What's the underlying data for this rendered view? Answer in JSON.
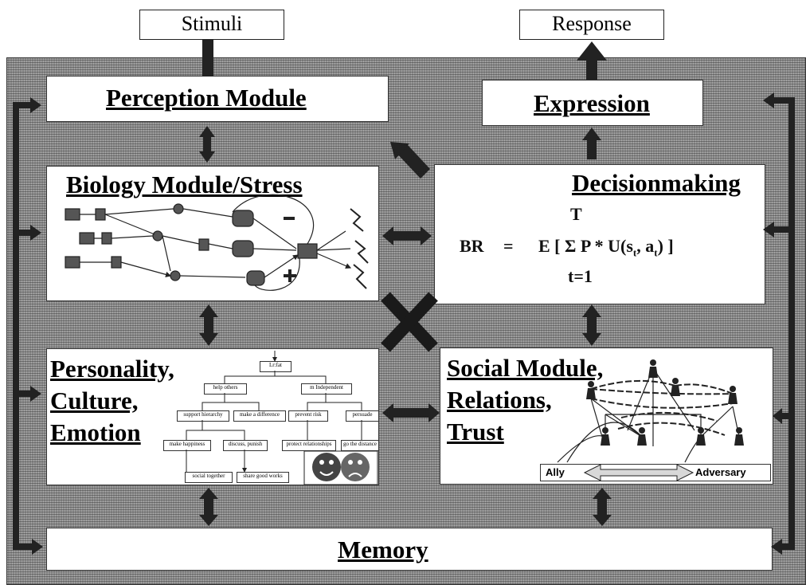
{
  "io": {
    "stimuli": "Stimuli",
    "response": "Response"
  },
  "modules": {
    "perception": "Perception Module",
    "expression": "Expression",
    "biology": "Biology Module/Stress",
    "decision": "Decisionmaking",
    "personality": [
      "Personality,",
      "Culture,",
      "Emotion"
    ],
    "social": [
      "Social Module,",
      "Relations,",
      "Trust"
    ],
    "memory": "Memory"
  },
  "formula": {
    "top": "T",
    "lhs": "BR",
    "eq": "=",
    "rhs": "E [ Σ P * U(s",
    "sub1": "t",
    "mid": ", a",
    "sub2": "t",
    "end": ") ]",
    "bottom": "t=1"
  },
  "tree_labels": [
    "Lr:fat",
    "help others",
    "m Independent",
    "support hierarchy",
    "make a difference",
    "prevent risk",
    "persuade",
    "make happiness",
    "discuss, punish",
    "protect relationships",
    "go the distance",
    "social together",
    "share good works"
  ],
  "legend": {
    "ally": "Ally",
    "adversary": "Adversary"
  }
}
